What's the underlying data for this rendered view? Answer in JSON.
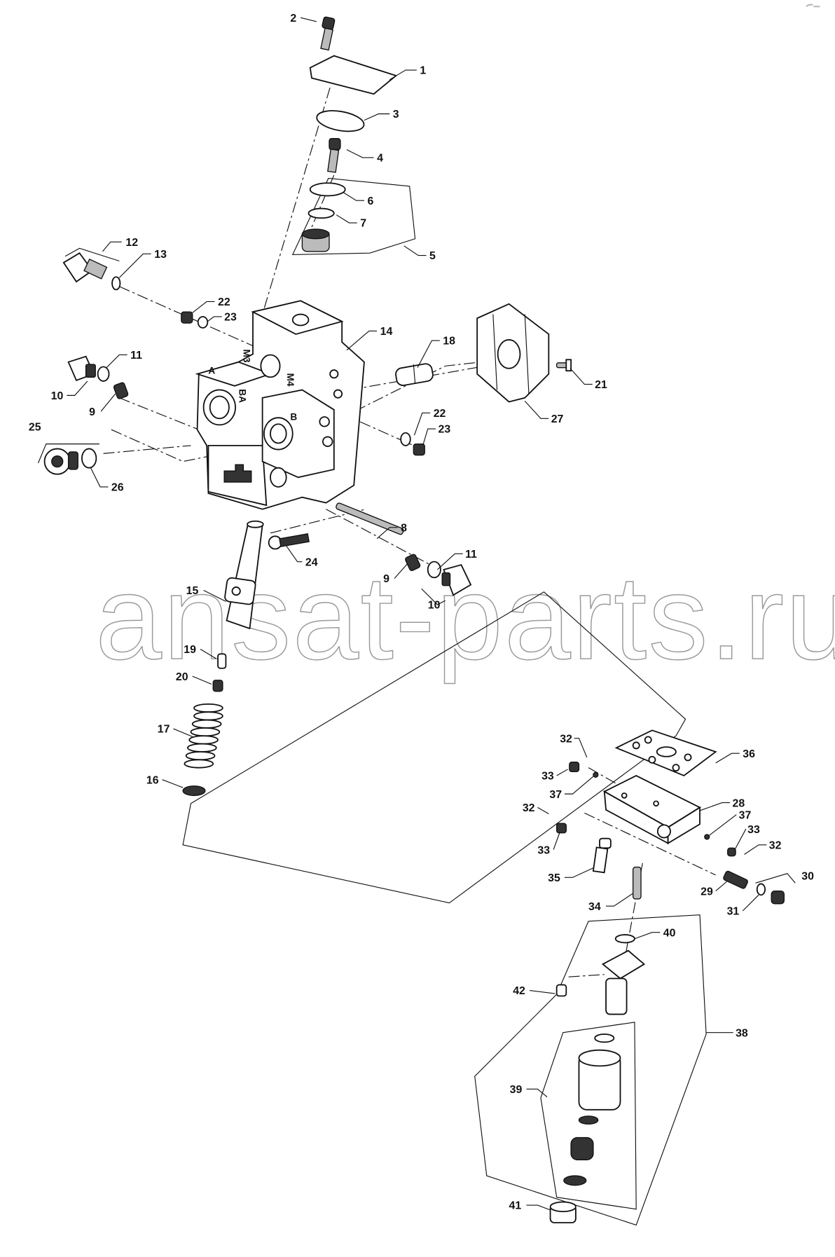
{
  "diagram": {
    "watermark": "ansat-parts.ru",
    "port_labels": {
      "a": "A",
      "b": "B",
      "ba": "BA",
      "m4": "M4",
      "m3": "M3"
    },
    "callouts": [
      {
        "id": "2"
      },
      {
        "id": "1"
      },
      {
        "id": "3"
      },
      {
        "id": "4"
      },
      {
        "id": "6"
      },
      {
        "id": "7"
      },
      {
        "id": "5"
      },
      {
        "id": "12"
      },
      {
        "id": "13"
      },
      {
        "id": "22"
      },
      {
        "id": "23"
      },
      {
        "id": "14"
      },
      {
        "id": "18"
      },
      {
        "id": "11"
      },
      {
        "id": "10"
      },
      {
        "id": "9"
      },
      {
        "id": "21"
      },
      {
        "id": "27"
      },
      {
        "id": "22"
      },
      {
        "id": "23"
      },
      {
        "id": "25"
      },
      {
        "id": "26"
      },
      {
        "id": "8"
      },
      {
        "id": "24"
      },
      {
        "id": "11"
      },
      {
        "id": "9"
      },
      {
        "id": "10"
      },
      {
        "id": "15"
      },
      {
        "id": "19"
      },
      {
        "id": "20"
      },
      {
        "id": "17"
      },
      {
        "id": "16"
      },
      {
        "id": "32"
      },
      {
        "id": "36"
      },
      {
        "id": "33"
      },
      {
        "id": "37"
      },
      {
        "id": "28"
      },
      {
        "id": "32"
      },
      {
        "id": "37"
      },
      {
        "id": "33"
      },
      {
        "id": "32"
      },
      {
        "id": "33"
      },
      {
        "id": "35"
      },
      {
        "id": "29"
      },
      {
        "id": "30"
      },
      {
        "id": "34"
      },
      {
        "id": "31"
      },
      {
        "id": "40"
      },
      {
        "id": "42"
      },
      {
        "id": "38"
      },
      {
        "id": "39"
      },
      {
        "id": "41"
      }
    ]
  }
}
